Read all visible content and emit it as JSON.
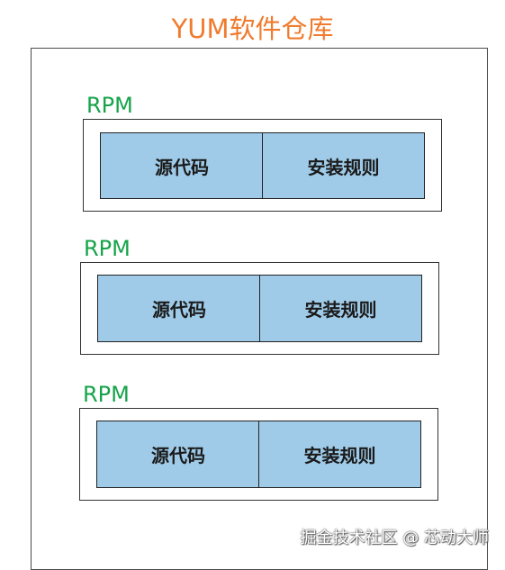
{
  "diagram": {
    "title": "YUM软件仓库",
    "packages": [
      {
        "label": "RPM",
        "source": "源代码",
        "rules": "安装规则"
      },
      {
        "label": "RPM",
        "source": "源代码",
        "rules": "安装规则"
      },
      {
        "label": "RPM",
        "source": "源代码",
        "rules": "安装规则"
      }
    ],
    "watermark": "掘金技术社区 @ 芯动大师"
  },
  "colors": {
    "title": "#f07b2e",
    "rpm_label": "#16a34a",
    "cell_fill": "#9fcbe8",
    "border": "#333333"
  }
}
